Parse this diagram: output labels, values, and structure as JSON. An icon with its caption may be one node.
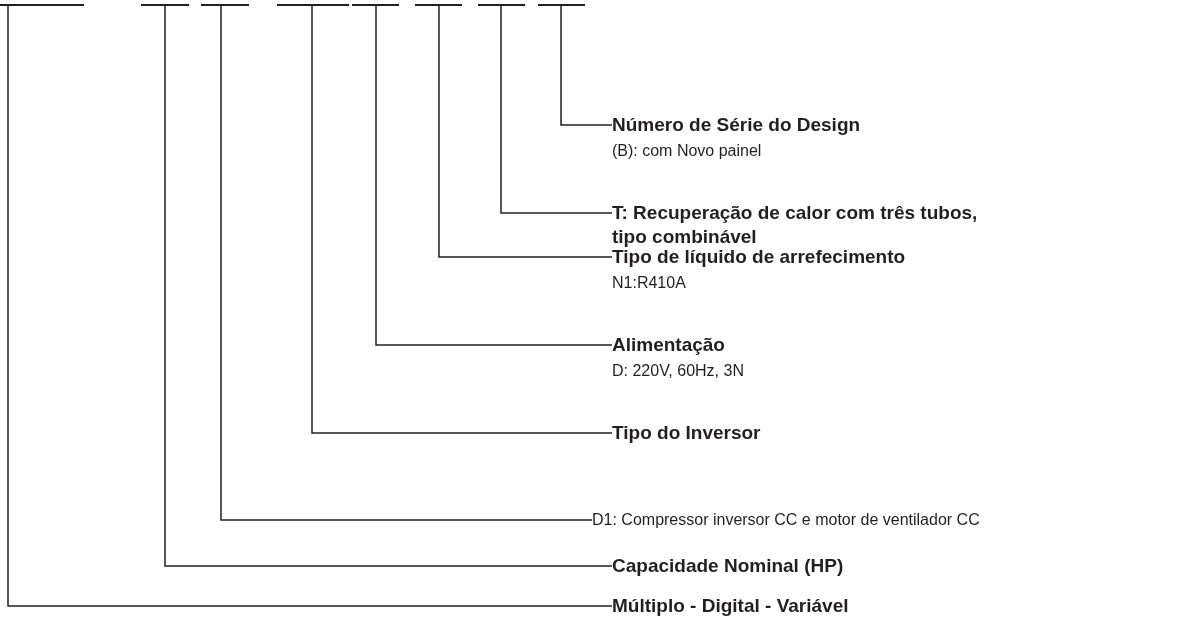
{
  "diagram": {
    "nodes": [
      {
        "text": [],
        "shape": "bar"
      },
      {
        "text": [],
        "shape": "bar"
      },
      {
        "text": [],
        "shape": "bar"
      },
      {
        "text": [],
        "shape": "bar"
      },
      {
        "text": [],
        "shape": "bar"
      },
      {
        "text": [],
        "shape": "bar"
      },
      {
        "text": [],
        "shape": "bar"
      },
      {
        "text": [],
        "shape": "bar"
      },
      {
        "text": [
          "Número de Série do Design",
          "(B): com Novo painel"
        ]
      },
      {
        "text": [
          "T: Recuperação de calor com três tubos, tipo combinável"
        ]
      },
      {
        "text": [
          "Tipo de líquido de arrefecimento",
          "N1:R410A"
        ]
      },
      {
        "text": [
          "Alimentação",
          "D: 220V, 60Hz, 3N"
        ]
      },
      {
        "text": [
          "Tipo do Inversor"
        ]
      },
      {
        "text": [
          "D1: Compressor inversor CC e motor de ventilador CC"
        ]
      },
      {
        "text": [
          "Capacidade Nominal (HP)"
        ]
      },
      {
        "text": [
          "Múltiplo - Digital - Variável"
        ]
      }
    ],
    "edges": [
      {
        "from": 7,
        "to": 8,
        "arrow": "none"
      },
      {
        "from": 6,
        "to": 9,
        "arrow": "none"
      },
      {
        "from": 5,
        "to": 10,
        "arrow": "none"
      },
      {
        "from": 4,
        "to": 11,
        "arrow": "none"
      },
      {
        "from": 3,
        "to": 12,
        "arrow": "none"
      },
      {
        "from": 2,
        "to": 13,
        "arrow": "none"
      },
      {
        "from": 1,
        "to": 14,
        "arrow": "none"
      },
      {
        "from": 0,
        "to": 15,
        "arrow": "none"
      }
    ]
  }
}
